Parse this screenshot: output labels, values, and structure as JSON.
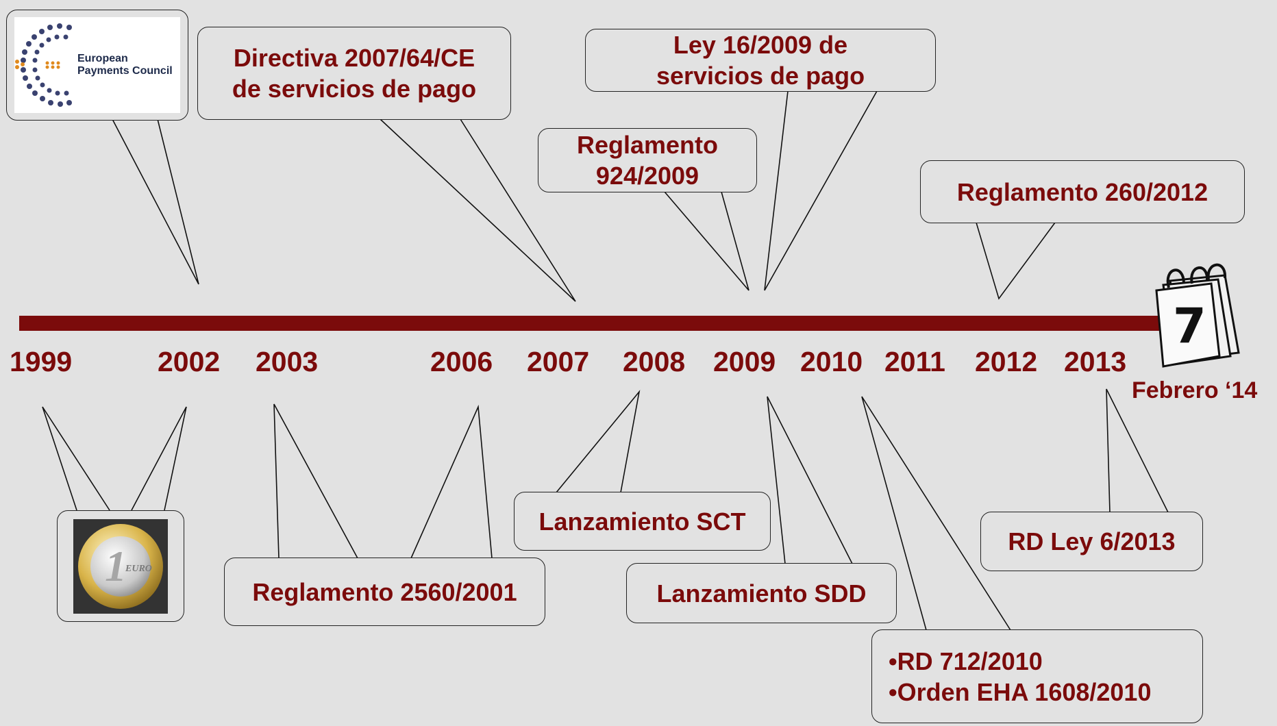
{
  "colors": {
    "accent": "#7b0b0b",
    "background": "#e2e2e2",
    "outline": "#222222"
  },
  "years": [
    "1999",
    "2002",
    "2003",
    "2006",
    "2007",
    "2008",
    "2009",
    "2010",
    "2011",
    "2012",
    "2013"
  ],
  "end_label": "Febrero ‘14",
  "logo": {
    "line1": "European",
    "line2": "Payments Council"
  },
  "coin": {
    "denomination": "1",
    "currency": "EURO"
  },
  "calendar": {
    "day": "7",
    "icon": "calendar-icon"
  },
  "callouts": {
    "directiva": {
      "line1": "Directiva  2007/64/CE",
      "line2": "de servicios de pago"
    },
    "ley": {
      "line1": "Ley 16/2009 de",
      "line2": "servicios de pago"
    },
    "reglamento_924": {
      "line1": "Reglamento",
      "line2": "924/2009"
    },
    "reglamento_260": "Reglamento 260/2012",
    "lanzamiento_sct": "Lanzamiento SCT",
    "lanzamiento_sdd": "Lanzamiento SDD",
    "reglamento_2560": "Reglamento  2560/2001",
    "rd_ley": "RD Ley 6/2013",
    "rd_list": [
      "RD 712/2010",
      "Orden EHA 1608/2010"
    ]
  }
}
